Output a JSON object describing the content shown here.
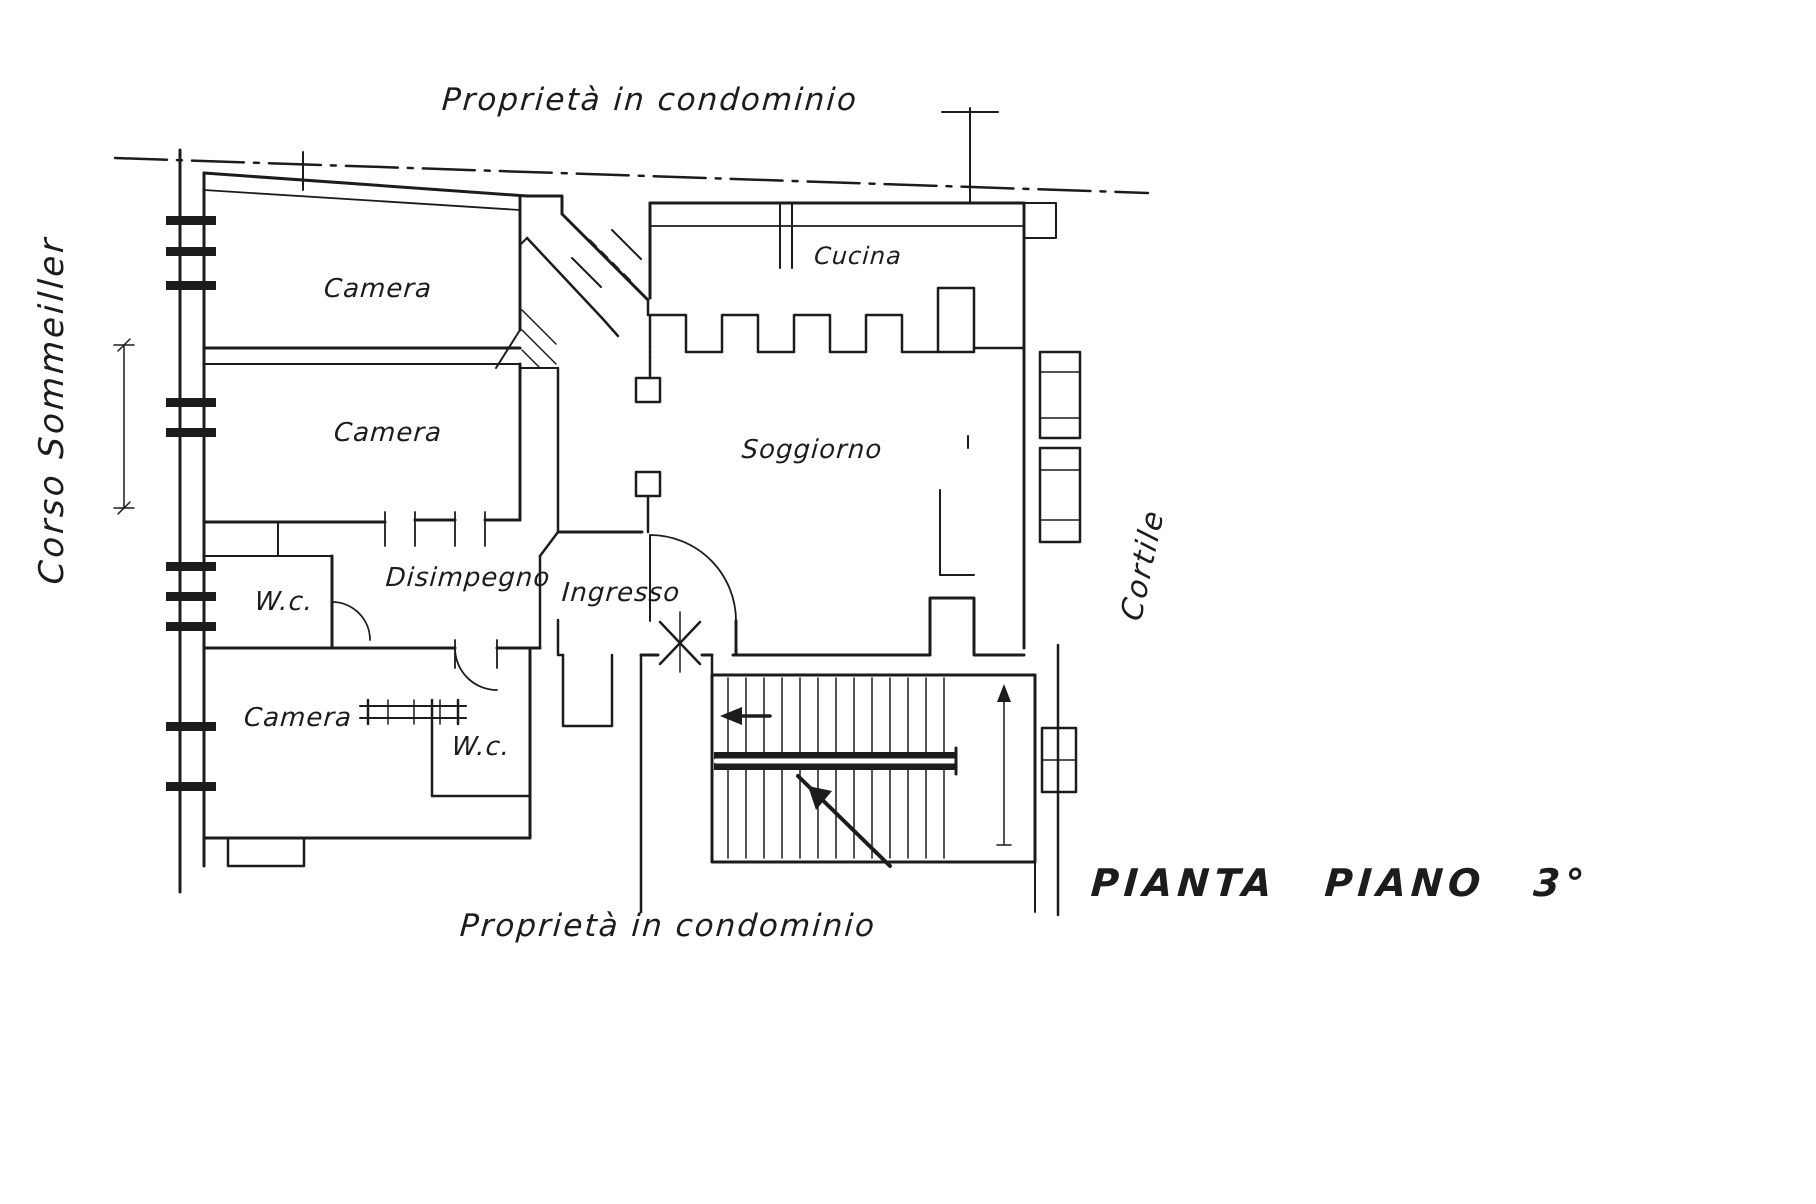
{
  "plan": {
    "title": "PIANTA PIANO 3°",
    "boundary_top": "Proprietà in condominio",
    "boundary_bottom": "Proprietà in condominio",
    "street_left": "Corso Sommeiller",
    "courtyard_right": "Cortile"
  },
  "rooms": {
    "camera_1": "Camera",
    "camera_2": "Camera",
    "camera_3": "Camera",
    "cucina": "Cucina",
    "soggiorno": "Soggiorno",
    "wc_1": "W.c.",
    "wc_2": "W.c.",
    "disimpegno": "Disimpegno",
    "ingresso": "Ingresso"
  },
  "colors": {
    "ink": "#1c1c1c",
    "paper": "#ffffff"
  }
}
